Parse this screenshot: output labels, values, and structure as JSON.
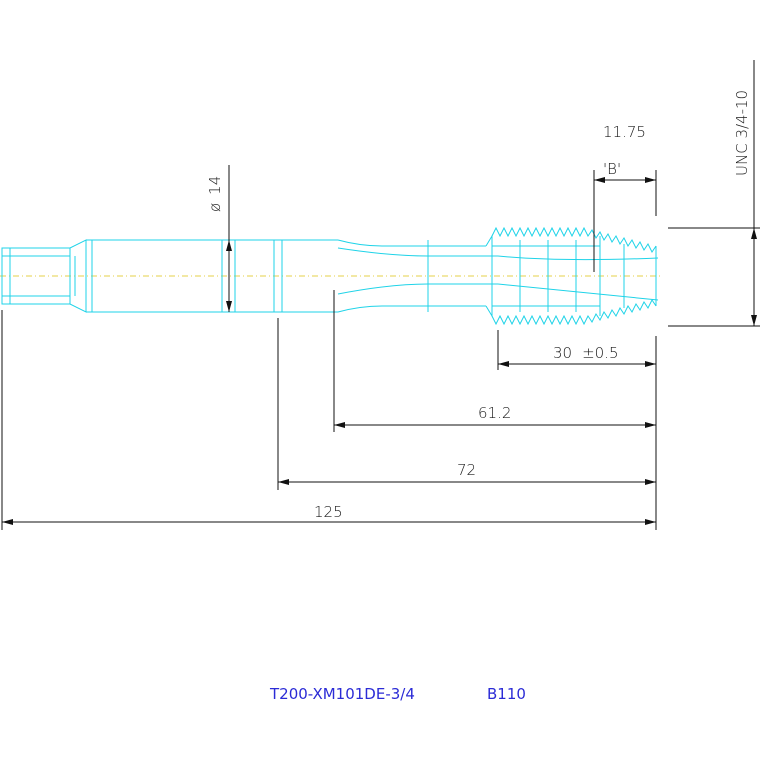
{
  "dimensions": {
    "diameter_symbol": "ø",
    "diameter_value": "14",
    "thread_spec": "UNC 3/4-10",
    "chamfer_len": "11.75",
    "detail_label": "'B'",
    "thread_len": "30",
    "thread_tol": "±0.5",
    "flute_len": "61.2",
    "neck_len": "72",
    "overall_len": "125"
  },
  "title_block": {
    "part_number": "T200-XM101DE-3/4",
    "code": "B110"
  },
  "colors": {
    "tool_outline": "#1fd3e8",
    "dimension": "#111111",
    "centerline": "#e6d24a",
    "title": "#2b2bd6"
  }
}
